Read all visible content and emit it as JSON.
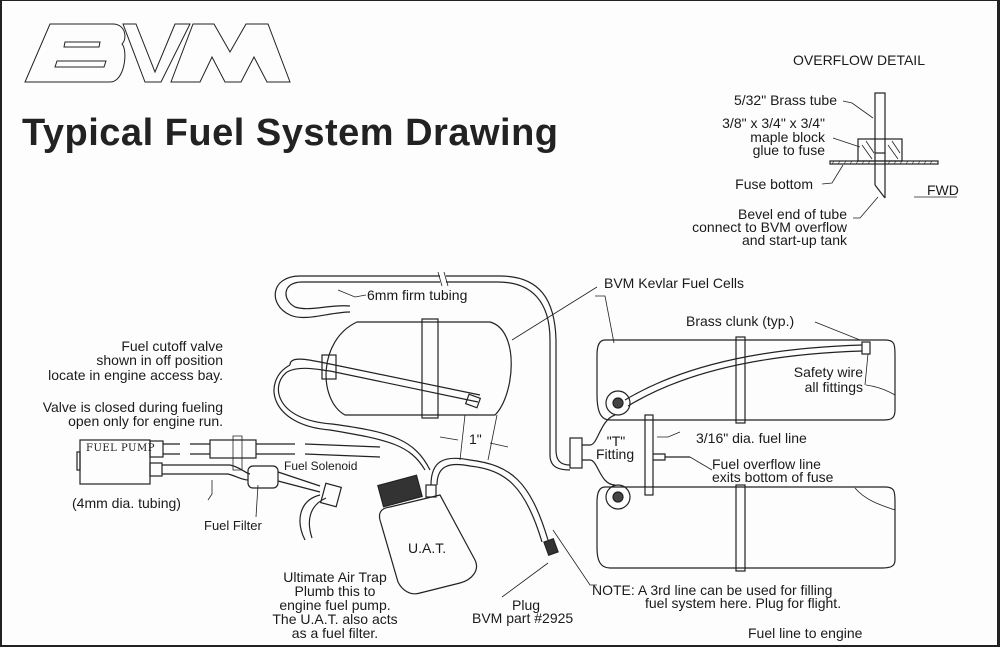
{
  "logo": {
    "text": "BVM"
  },
  "title": "Typical Fuel System Drawing",
  "overflow_detail": {
    "heading": "OVERFLOW DETAIL",
    "brass_tube": "5/32\" Brass tube",
    "maple_block": [
      "3/8\" x 3/4\" x 3/4\"",
      "maple block",
      "glue to fuse"
    ],
    "fuse_bottom": "Fuse bottom",
    "fwd": "FWD",
    "bevel": [
      "Bevel end of tube",
      "connect to BVM overflow",
      "and start-up tank"
    ]
  },
  "labels": {
    "firm_tubing": "6mm firm tubing",
    "kevlar_cells": "BVM Kevlar Fuel Cells",
    "brass_clunk": "Brass clunk (typ.)",
    "safety_wire": [
      "Safety wire",
      "all fittings"
    ],
    "cutoff_valve": [
      "Fuel cutoff valve",
      "shown in off position",
      "locate in engine access bay."
    ],
    "valve_closed": [
      "Valve is closed during fueling",
      "open only for engine run."
    ],
    "fuel_pump": "FUEL PUMP",
    "fuel_solenoid": "Fuel Solenoid",
    "tubing_4mm": "(4mm dia. tubing)",
    "fuel_filter": "Fuel Filter",
    "one_inch": "1\"",
    "t_fitting": [
      "\"T\"",
      "Fitting"
    ],
    "fuel_line_316": "3/16\" dia. fuel line",
    "overflow_line": [
      "Fuel overflow line",
      "exits bottom of fuse"
    ],
    "uat": "U.A.T.",
    "uat_note": [
      "Ultimate Air Trap",
      "Plumb this to",
      "engine fuel pump.",
      "The U.A.T. also acts",
      "as a fuel filter."
    ],
    "plug": [
      "Plug",
      "BVM part #2925"
    ],
    "note": [
      "NOTE:  A 3rd line can be used for filling",
      "fuel system here.  Plug for flight."
    ],
    "fuel_line_engine": "Fuel line to engine"
  }
}
